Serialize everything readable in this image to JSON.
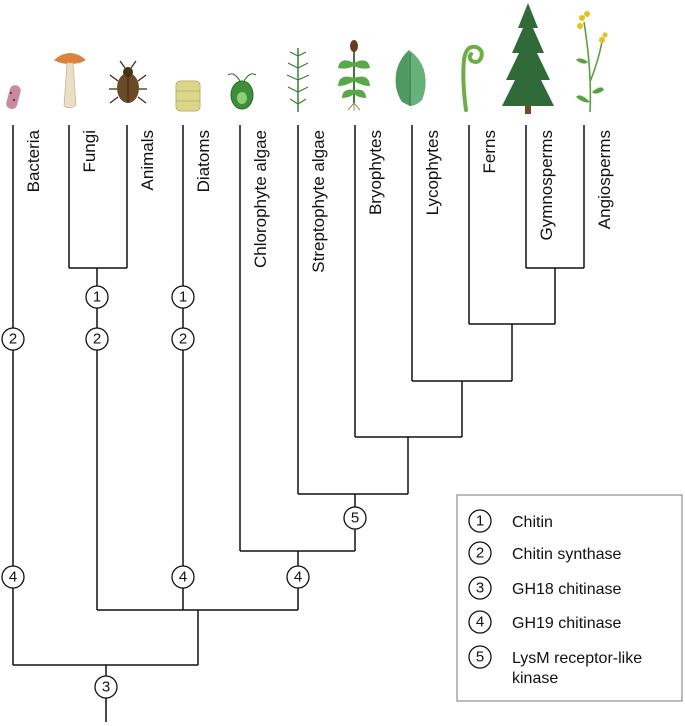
{
  "taxa": [
    {
      "id": "bacteria",
      "label": "Bacteria",
      "icon": "bacterium-icon"
    },
    {
      "id": "fungi",
      "label": "Fungi",
      "icon": "mushroom-icon"
    },
    {
      "id": "animals",
      "label": "Animals",
      "icon": "beetle-icon"
    },
    {
      "id": "diatoms",
      "label": "Diatoms",
      "icon": "diatom-icon"
    },
    {
      "id": "chlorophyte",
      "label": "Chlorophyte algae",
      "icon": "green-alga-cell-icon"
    },
    {
      "id": "streptophyte",
      "label": "Streptophyte algae",
      "icon": "streptophyte-alga-icon"
    },
    {
      "id": "bryophytes",
      "label": "Bryophytes",
      "icon": "moss-icon"
    },
    {
      "id": "lycophytes",
      "label": "Lycophytes",
      "icon": "lycophyte-icon"
    },
    {
      "id": "ferns",
      "label": "Ferns",
      "icon": "fern-fiddlehead-icon"
    },
    {
      "id": "gymnosperms",
      "label": "Gymnosperms",
      "icon": "conifer-tree-icon"
    },
    {
      "id": "angiosperms",
      "label": "Angiosperms",
      "icon": "flowering-plant-icon"
    }
  ],
  "markers": [
    {
      "id": "m1-fungi-animals",
      "num": "1"
    },
    {
      "id": "m1-diatoms",
      "num": "1"
    },
    {
      "id": "m2-bacteria",
      "num": "2"
    },
    {
      "id": "m2-fungi-animals",
      "num": "2"
    },
    {
      "id": "m2-diatoms",
      "num": "2"
    },
    {
      "id": "m4-bacteria",
      "num": "4"
    },
    {
      "id": "m4-diatoms",
      "num": "4"
    },
    {
      "id": "m4-plants",
      "num": "4"
    },
    {
      "id": "m5-streptophytes",
      "num": "5"
    },
    {
      "id": "m3-root",
      "num": "3"
    }
  ],
  "legend": {
    "items": [
      {
        "num": "1",
        "lines": [
          "Chitin"
        ]
      },
      {
        "num": "2",
        "lines": [
          "Chitin synthase"
        ]
      },
      {
        "num": "3",
        "lines": [
          "GH18 chitinase"
        ]
      },
      {
        "num": "4",
        "lines": [
          "GH19 chitinase"
        ]
      },
      {
        "num": "5",
        "lines": [
          "LysM receptor-like",
          "kinase"
        ]
      }
    ]
  },
  "colors": {
    "line": "#111111",
    "mushroom_cap": "#d9843a",
    "beetle": "#6b4a2a",
    "diatom": "#dcd58a",
    "green_alga": "#3f8f3a",
    "plant_green": "#3a7f3a",
    "conifer": "#2f6a38",
    "flower": "#e3c21c"
  }
}
